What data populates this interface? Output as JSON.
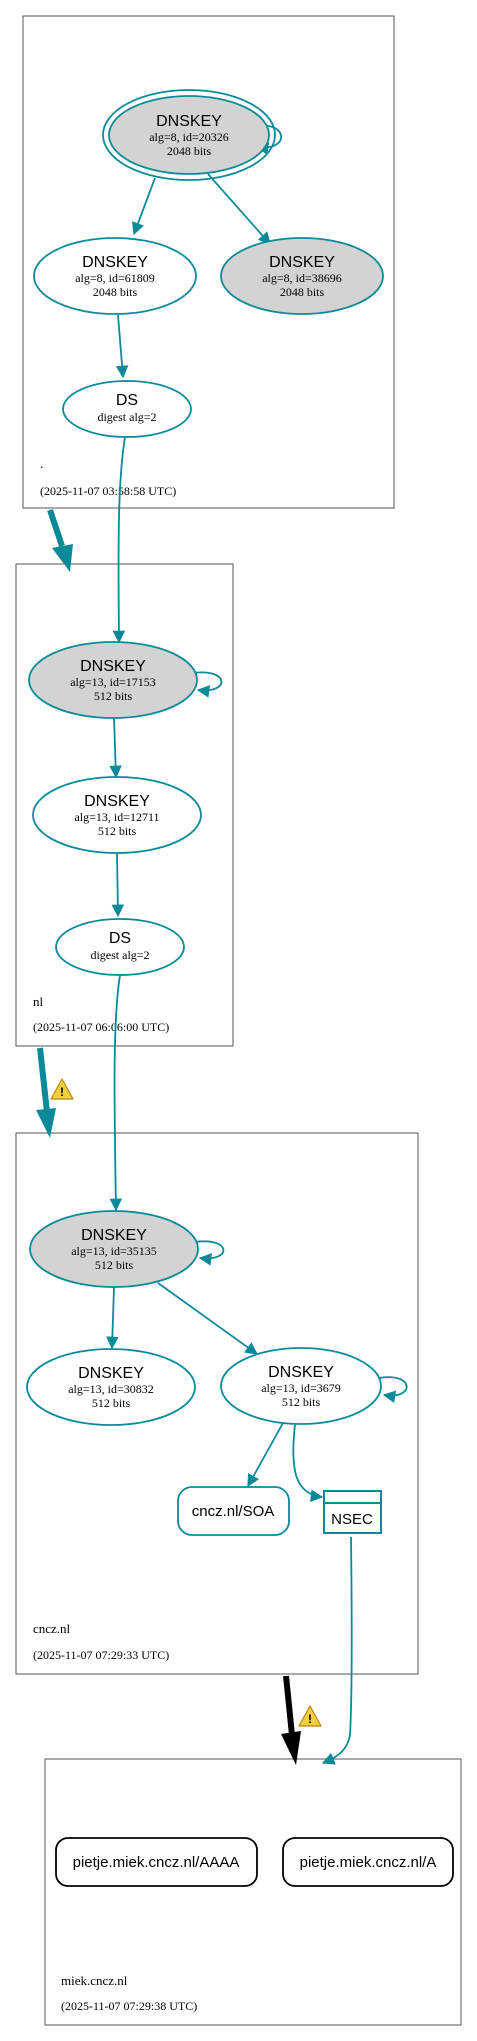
{
  "colors": {
    "edge": "#0a8a99",
    "box_border": "#555555",
    "fill_gray": "#d3d3d3",
    "black": "#000000",
    "warn_fill": "#f4d03f",
    "warn_stroke": "#b8860b"
  },
  "zones": [
    {
      "name": ".",
      "timestamp": "(2025-11-07 03:58:58 UTC)"
    },
    {
      "name": "nl",
      "timestamp": "(2025-11-07 06:06:00 UTC)"
    },
    {
      "name": "cncz.nl",
      "timestamp": "(2025-11-07 07:29:33 UTC)"
    },
    {
      "name": "miek.cncz.nl",
      "timestamp": "(2025-11-07 07:29:38 UTC)"
    }
  ],
  "nodes": {
    "root_ksk": {
      "title": "DNSKEY",
      "l1": "alg=8, id=20326",
      "l2": "2048 bits"
    },
    "root_zsk": {
      "title": "DNSKEY",
      "l1": "alg=8, id=61809",
      "l2": "2048 bits"
    },
    "root_key2": {
      "title": "DNSKEY",
      "l1": "alg=8, id=38696",
      "l2": "2048 bits"
    },
    "root_ds": {
      "title": "DS",
      "l1": "digest alg=2"
    },
    "nl_ksk": {
      "title": "DNSKEY",
      "l1": "alg=13, id=17153",
      "l2": "512 bits"
    },
    "nl_zsk": {
      "title": "DNSKEY",
      "l1": "alg=13, id=12711",
      "l2": "512 bits"
    },
    "nl_ds": {
      "title": "DS",
      "l1": "digest alg=2"
    },
    "cncz_ksk": {
      "title": "DNSKEY",
      "l1": "alg=13, id=35135",
      "l2": "512 bits"
    },
    "cncz_key2": {
      "title": "DNSKEY",
      "l1": "alg=13, id=30832",
      "l2": "512 bits"
    },
    "cncz_zsk": {
      "title": "DNSKEY",
      "l1": "alg=13, id=3679",
      "l2": "512 bits"
    },
    "cncz_soa": {
      "title": "cncz.nl/SOA"
    },
    "cncz_nsec": {
      "title": "NSEC"
    },
    "miek_aaaa": {
      "title": "pietje.miek.cncz.nl/AAAA"
    },
    "miek_a": {
      "title": "pietje.miek.cncz.nl/A"
    }
  }
}
